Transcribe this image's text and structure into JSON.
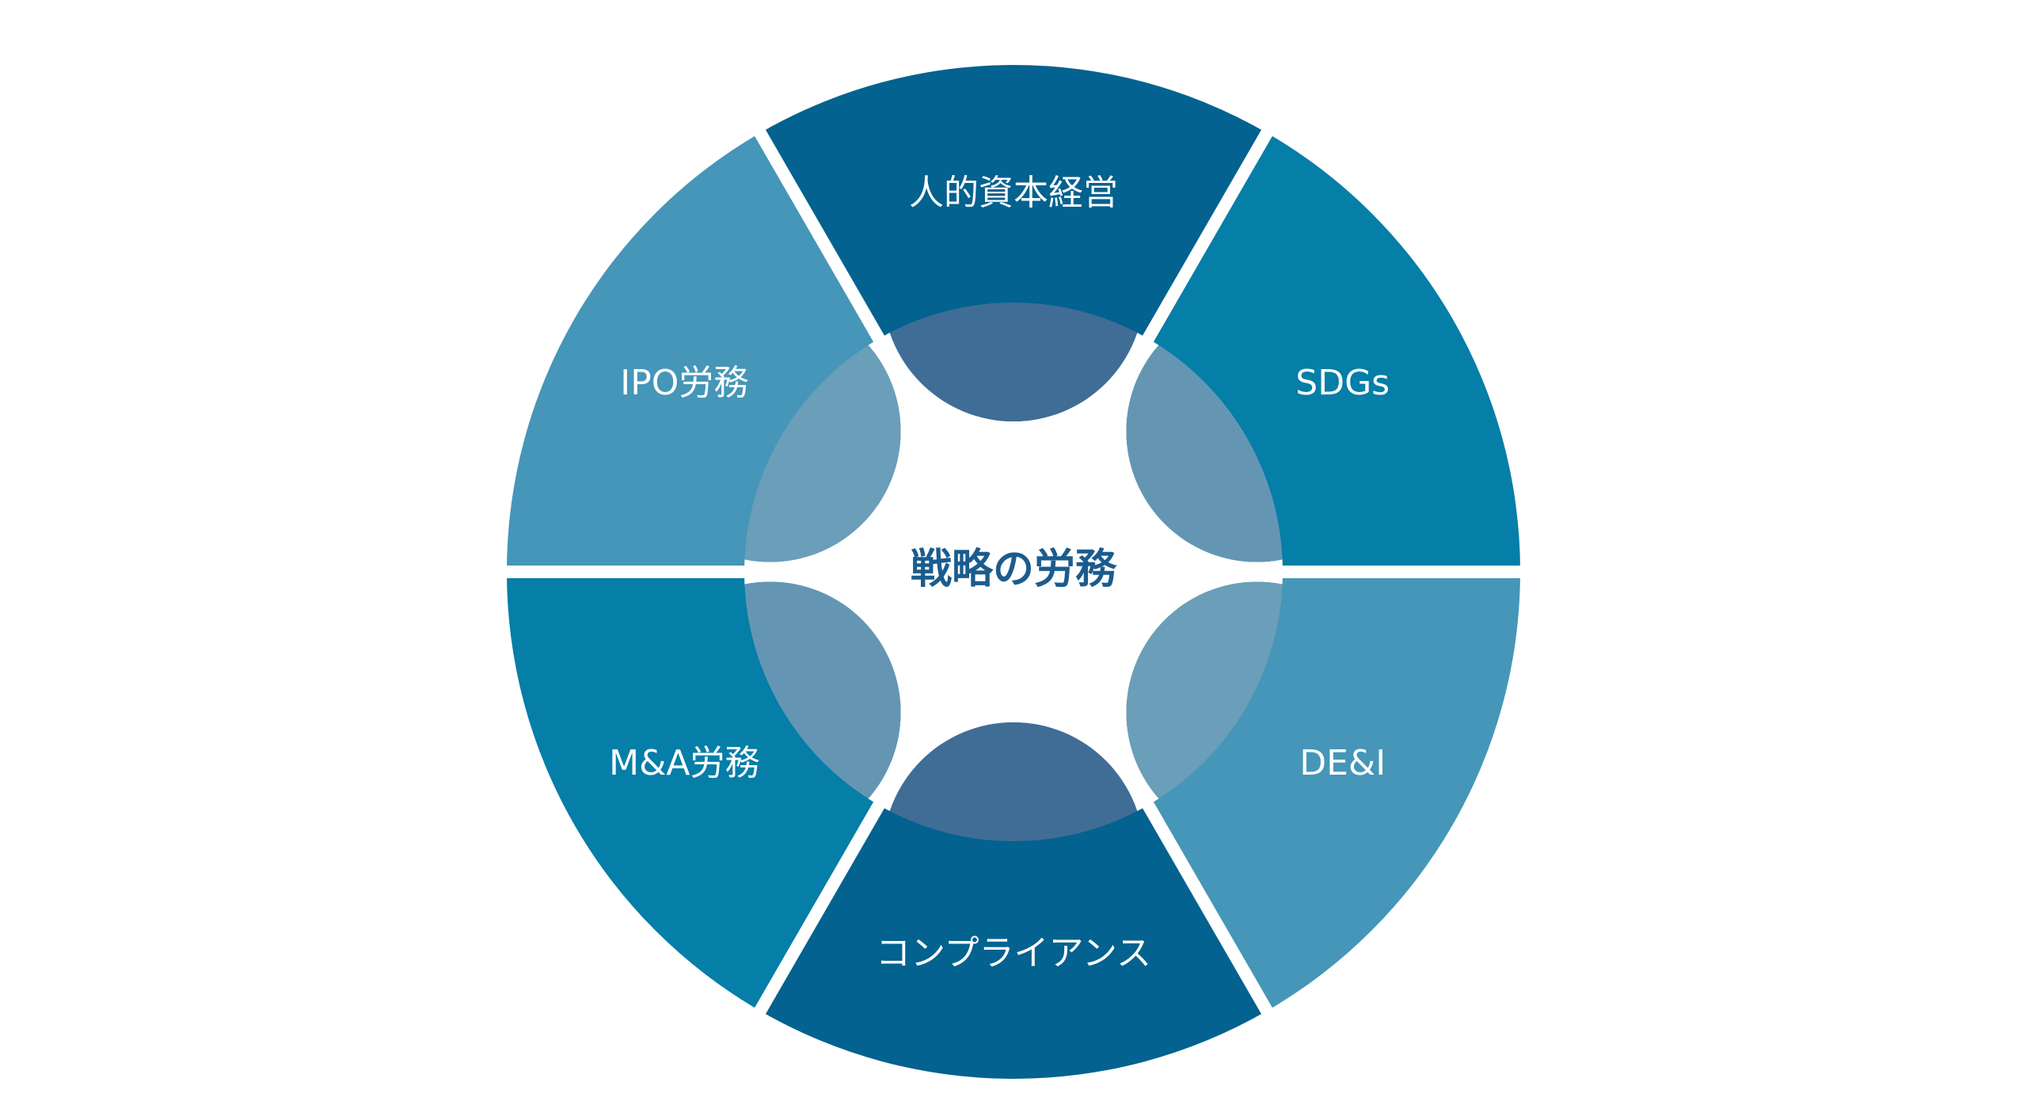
{
  "diagram": {
    "center_label": "戦略の労務",
    "segments": [
      {
        "label": "人的資本経営",
        "color": "#03628f"
      },
      {
        "label": "SDGs",
        "color": "#057ea8"
      },
      {
        "label": "DE&I",
        "color": "#4596b8"
      },
      {
        "label": "コンプライアンス",
        "color": "#03628f"
      },
      {
        "label": "M&A労務",
        "color": "#057ea8"
      },
      {
        "label": "IPO労務",
        "color": "#4596b8"
      }
    ],
    "inner_ring_colors": [
      "#406d96",
      "#6496b4",
      "#6a9eb9",
      "#406d96",
      "#6496b4",
      "#6a9eb9"
    ],
    "background": "#ffffff"
  }
}
